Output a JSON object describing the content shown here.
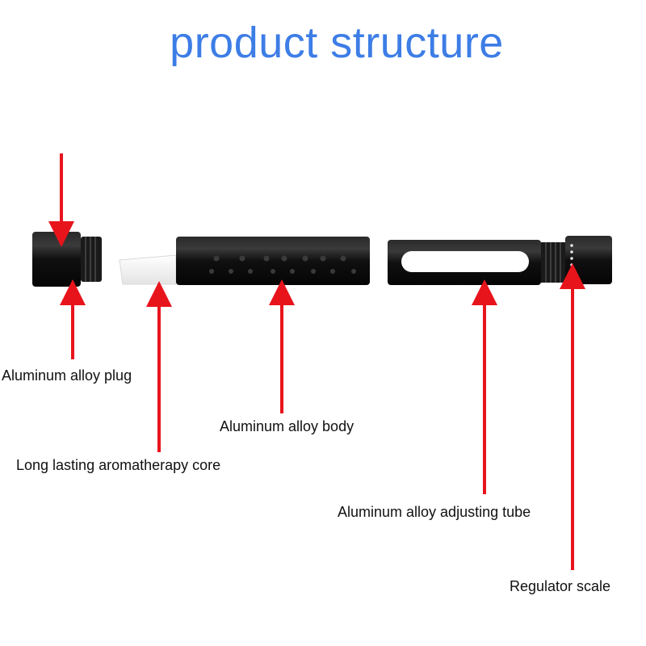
{
  "title": "product structure",
  "colors": {
    "title": "#3d7de6",
    "arrow": "#e8141c",
    "metal": "#121212",
    "core": "#f2f2f2"
  },
  "labels": {
    "plug": "Aluminum alloy plug",
    "body": "Aluminum alloy body",
    "core": "Long lasting aromatherapy core",
    "tube": "Aluminum alloy adjusting tube",
    "scale": "Regulator scale"
  }
}
